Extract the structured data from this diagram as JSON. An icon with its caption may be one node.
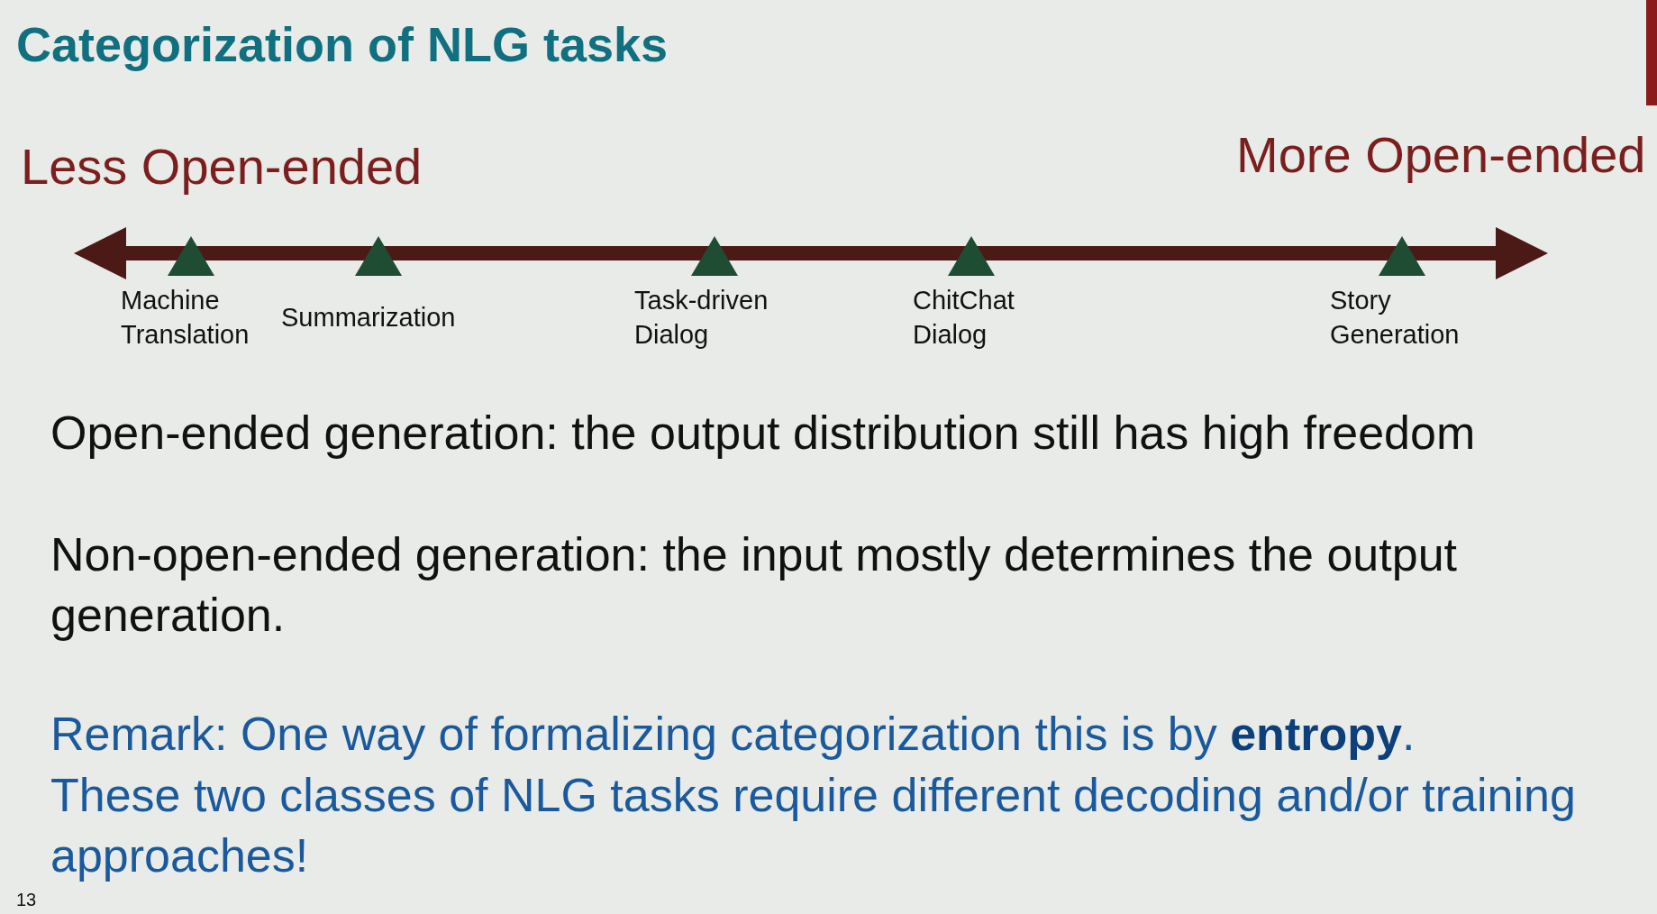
{
  "diagram": {
    "title": "Categorization of NLG tasks",
    "labels": [
      "Less Open-ended",
      "More Open-ended",
      "Machine Translation",
      "Summarization",
      "Task-driven Dialog",
      "ChitChat Dialog",
      "Story Generation",
      "Open-ended generation: the output distribution still has high freedom",
      "Non-open-ended generation: the input mostly determines the output generation.",
      "Remark: One way of formalizing categorization this is by **entropy**.",
      "These two classes of NLG tasks require different decoding and/or training approaches!",
      "13"
    ]
  }
}
